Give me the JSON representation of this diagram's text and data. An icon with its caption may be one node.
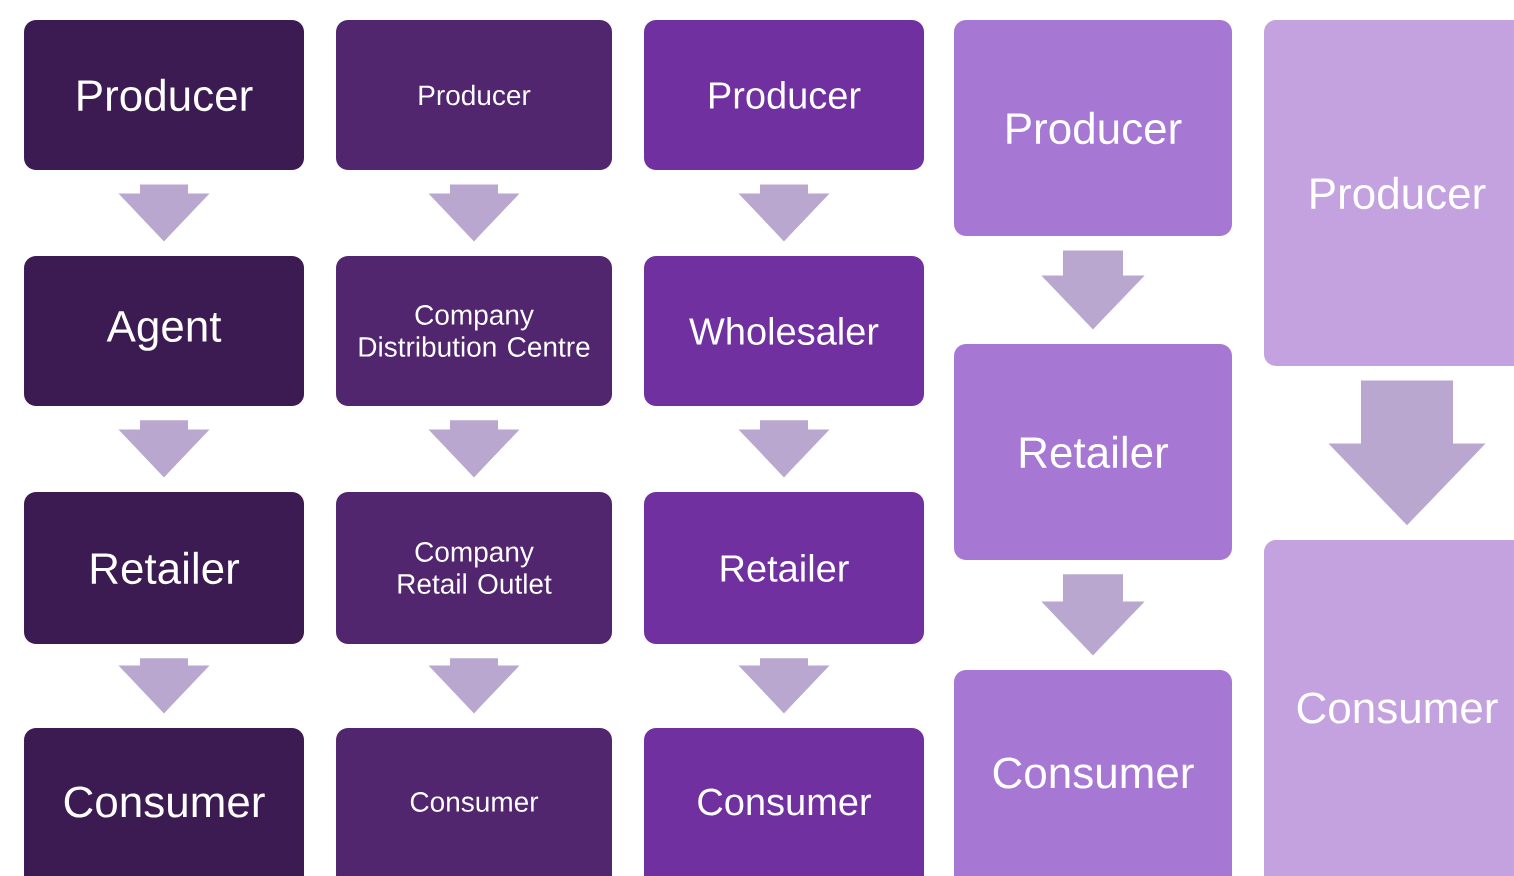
{
  "diagram": {
    "nodes": [
      {
        "text": [
          "Producer"
        ]
      },
      {
        "text": [
          "Agent"
        ]
      },
      {
        "text": [
          "Retailer"
        ]
      },
      {
        "text": [
          "Consumer"
        ]
      },
      {
        "text": [
          "Producer"
        ]
      },
      {
        "text": [
          "Company Distribution Centre"
        ]
      },
      {
        "text": [
          "Company Retail Outlet"
        ]
      },
      {
        "text": [
          "Consumer"
        ]
      },
      {
        "text": [
          "Producer"
        ]
      },
      {
        "text": [
          "Wholesaler"
        ]
      },
      {
        "text": [
          "Retailer"
        ]
      },
      {
        "text": [
          "Consumer"
        ]
      },
      {
        "text": [
          "Producer"
        ]
      },
      {
        "text": [
          "Retailer"
        ]
      },
      {
        "text": [
          "Consumer"
        ]
      },
      {
        "text": [
          "Producer"
        ]
      },
      {
        "text": [
          "Consumer"
        ]
      }
    ],
    "edges": [
      {
        "from": 0,
        "to": 1,
        "arrow": "to"
      },
      {
        "from": 1,
        "to": 2,
        "arrow": "to"
      },
      {
        "from": 2,
        "to": 3,
        "arrow": "to"
      },
      {
        "from": 4,
        "to": 5,
        "arrow": "to"
      },
      {
        "from": 5,
        "to": 6,
        "arrow": "to"
      },
      {
        "from": 6,
        "to": 7,
        "arrow": "to"
      },
      {
        "from": 8,
        "to": 9,
        "arrow": "to"
      },
      {
        "from": 9,
        "to": 10,
        "arrow": "to"
      },
      {
        "from": 10,
        "to": 11,
        "arrow": "to"
      },
      {
        "from": 12,
        "to": 13,
        "arrow": "to"
      },
      {
        "from": 13,
        "to": 14,
        "arrow": "to"
      },
      {
        "from": 15,
        "to": 16,
        "arrow": "to",
        "style": "thick"
      }
    ]
  }
}
